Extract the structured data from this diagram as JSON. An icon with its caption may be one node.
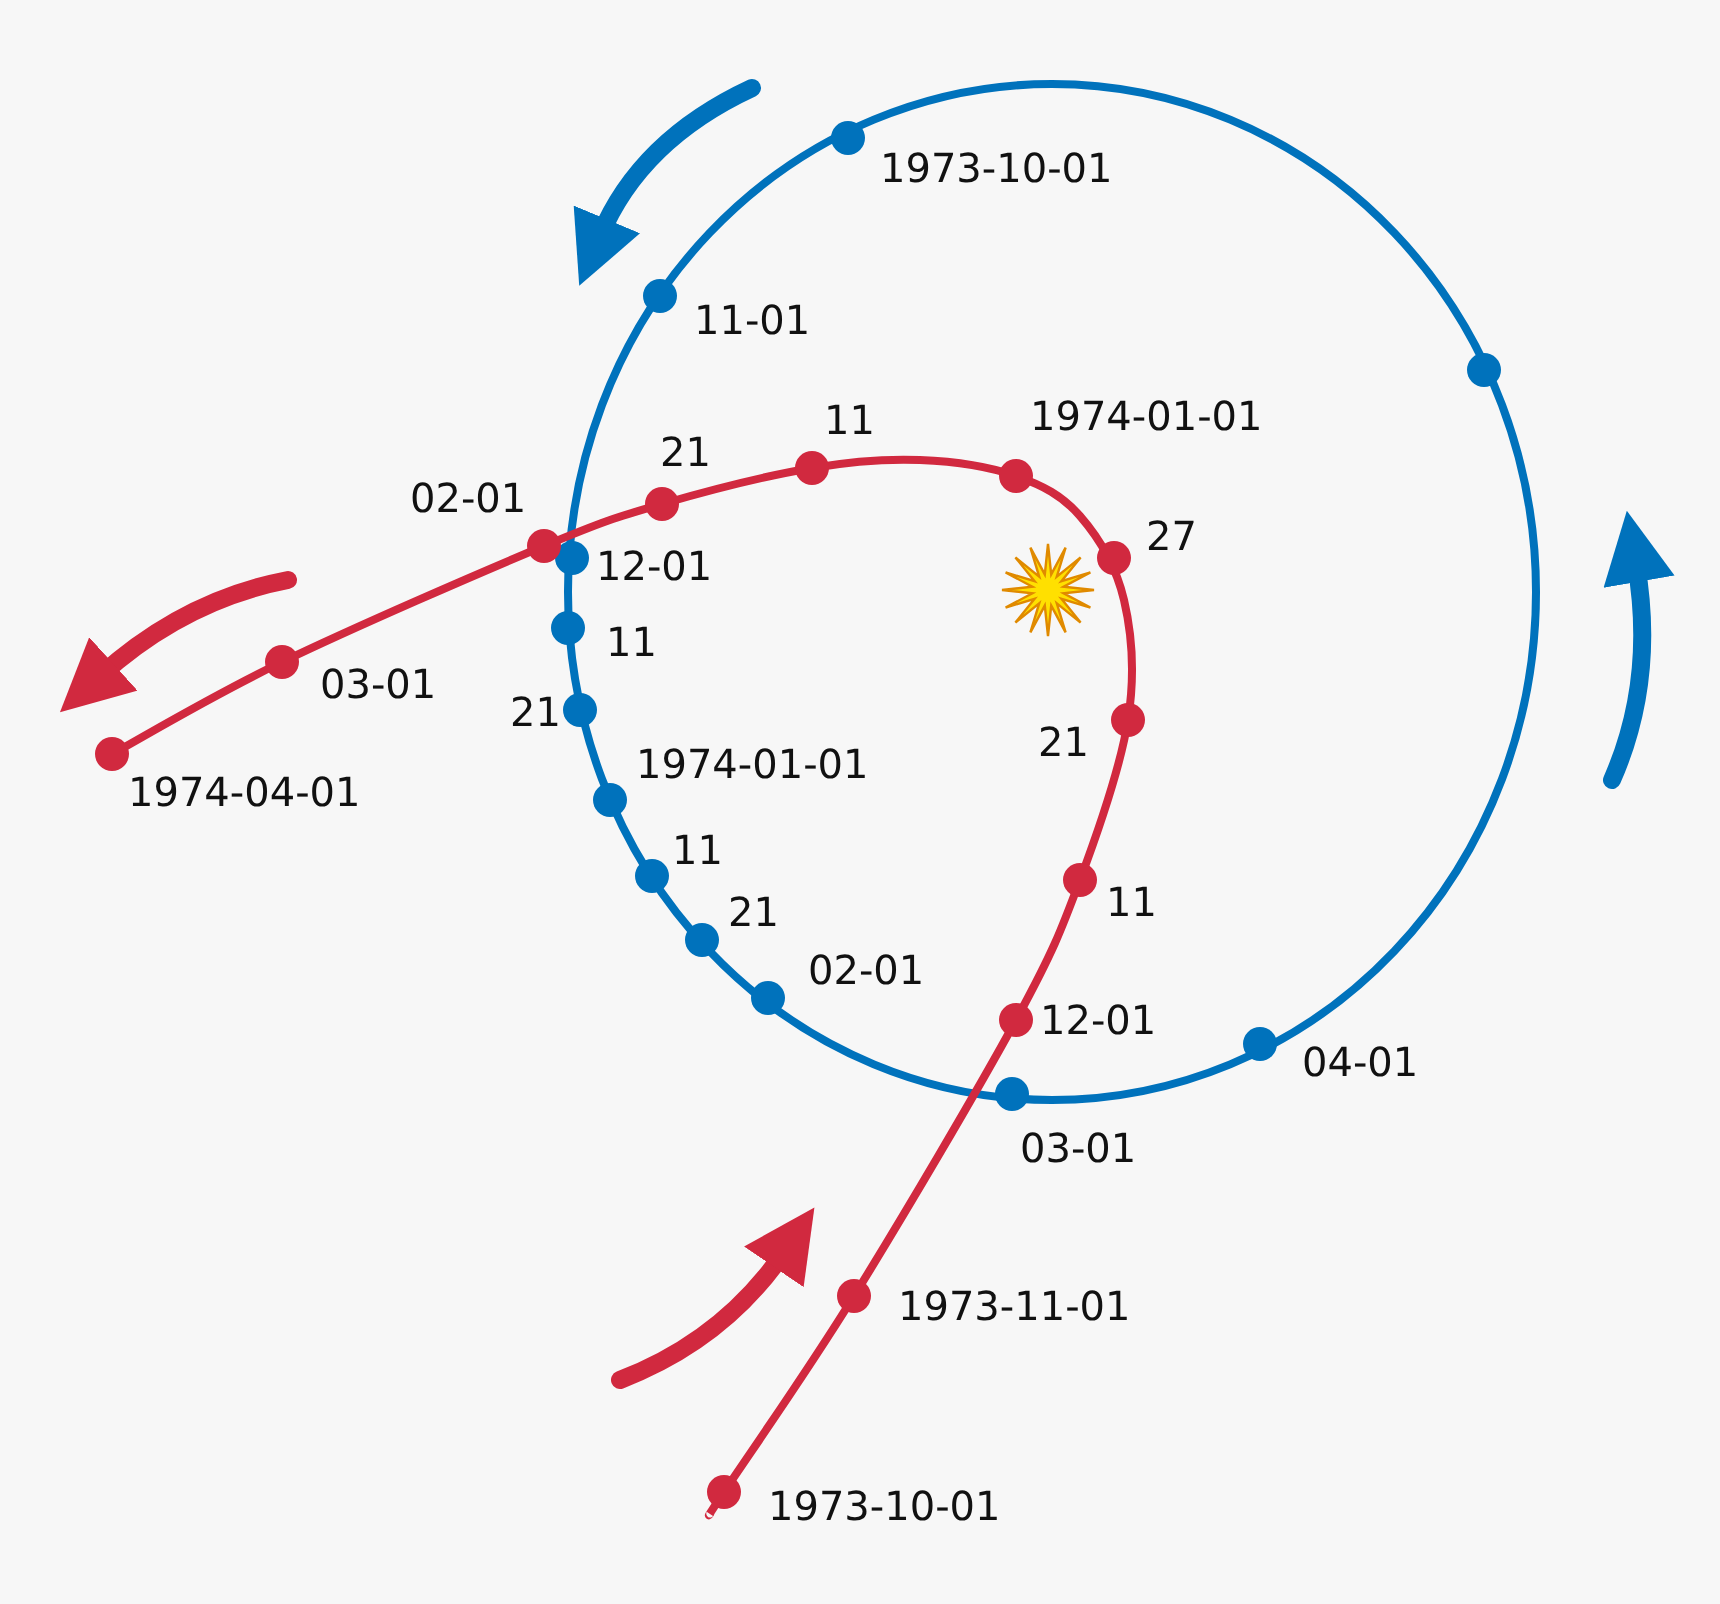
{
  "diagram": {
    "labels": [
      "1973-10-01",
      "11-01",
      "1974-01-01",
      "11",
      "21",
      "02-01",
      "27",
      "12-01",
      "11",
      "03-01",
      "21",
      "21",
      "1974-01-01",
      "1974-04-01",
      "11",
      "11",
      "21",
      "02-01",
      "12-01",
      "04-01",
      "03-01",
      "1973-11-01",
      "1973-10-01"
    ]
  }
}
